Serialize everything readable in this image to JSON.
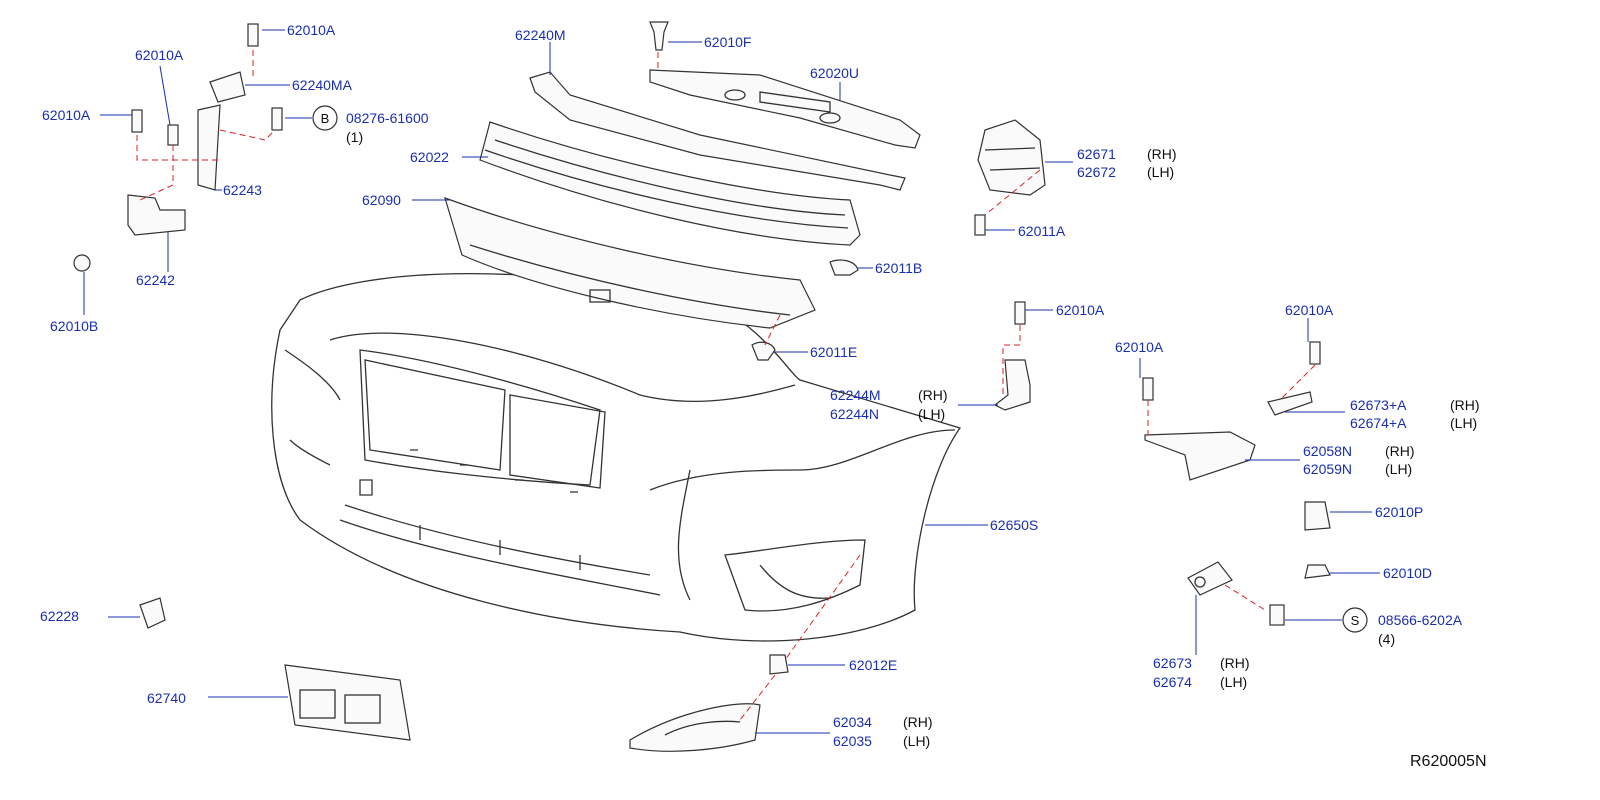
{
  "diagram": {
    "reference": "R620005N",
    "labels": {
      "p62010A_tl": "62010A",
      "p62010A_l": "62010A",
      "p62010A_m": "62010A",
      "p62240MA": "62240MA",
      "p08276": "08276-61600",
      "p08276_qty": "(1)",
      "p62243": "62243",
      "p62242": "62242",
      "p62010B": "62010B",
      "p62240M": "62240M",
      "p62010F": "62010F",
      "p62020U": "62020U",
      "p62022": "62022",
      "p62090": "62090",
      "p62671": "62671",
      "p62672": "62672",
      "p62011A": "62011A",
      "p62011B": "62011B",
      "p62011E": "62011E",
      "p62010A_c": "62010A",
      "p62010A_r1": "62010A",
      "p62010A_r2": "62010A",
      "p62244M": "62244M",
      "p62244N": "62244N",
      "p62673A": "62673+A",
      "p62674A": "62674+A",
      "p62058N": "62058N",
      "p62059N": "62059N",
      "p62650S": "62650S",
      "p62010P": "62010P",
      "p62010D": "62010D",
      "p08566": "08566-6202A",
      "p08566_qty": "(4)",
      "p62673": "62673",
      "p62674": "62674",
      "p62228": "62228",
      "p62012E": "62012E",
      "p62740": "62740",
      "p62034": "62034",
      "p62035": "62035"
    },
    "sides": {
      "rh": "(RH)",
      "lh": "(LH)"
    },
    "circle_letters": {
      "b": "B",
      "s": "S"
    }
  }
}
